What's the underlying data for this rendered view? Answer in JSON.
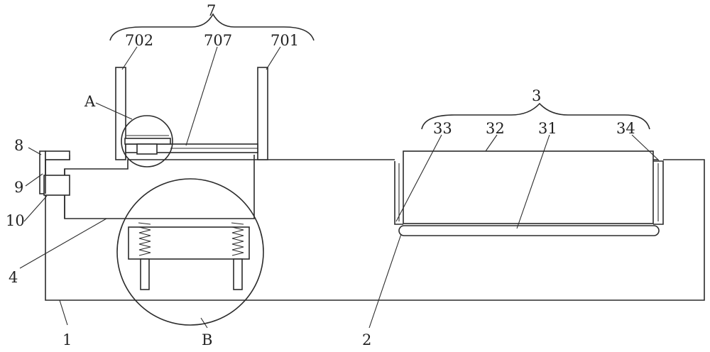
{
  "labels": {
    "l7": "7",
    "l702": "702",
    "l707": "707",
    "l701": "701",
    "lA": "A",
    "l8": "8",
    "l9": "9",
    "l10": "10",
    "l4": "4",
    "l1": "1",
    "lB": "B",
    "l2": "2",
    "l3": "3",
    "l33": "33",
    "l32": "32",
    "l31": "31",
    "l34": "34"
  }
}
